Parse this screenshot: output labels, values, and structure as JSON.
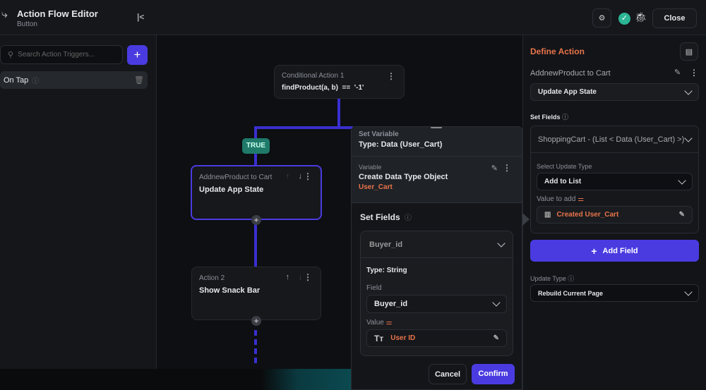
{
  "header": {
    "title": "Action Flow Editor",
    "subtitle": "Button",
    "close_label": "Close"
  },
  "left": {
    "search_placeholder": "Search Action Triggers...",
    "add_label": "+",
    "trigger": "On Tap"
  },
  "canvas": {
    "conditional": {
      "label": "Conditional Action 1",
      "expr": "findProduct(a, b)  ==  '-1'"
    },
    "true_label": "TRUE",
    "action1": {
      "label": "AddnewProduct to Cart",
      "title": "Update App State"
    },
    "action2": {
      "label": "Action 2",
      "title": "Show Snack Bar"
    }
  },
  "popup": {
    "set_var_label": "Set Variable",
    "set_var_type": "Type: Data (User_Cart)",
    "variable_label": "Variable",
    "variable_title": "Create Data Type Object",
    "variable_value": "User_Cart",
    "set_fields": "Set Fields",
    "field_header": "Buyer_id",
    "type": "Type: String",
    "field_label": "Field",
    "field_value": "Buyer_id",
    "value_label": "Value",
    "value": "User ID",
    "cancel": "Cancel",
    "confirm": "Confirm"
  },
  "right": {
    "title": "Define Action",
    "action_name": "AddnewProduct to Cart",
    "action_type": "Update App State",
    "set_fields": "Set Fields",
    "field": "ShoppingCart - (List < Data (User_Cart) >)",
    "update_type_label": "Select Update Type",
    "update_type": "Add to List",
    "value_label": "Value to add",
    "value": "Created User_Cart",
    "add_field": "Add Field",
    "rebuild_label": "Update Type",
    "rebuild": "Rebuild Current Page"
  },
  "colors": {
    "accent": "#4a3be0",
    "orange": "#e8744a",
    "true_badge": "#1f7a6a"
  }
}
